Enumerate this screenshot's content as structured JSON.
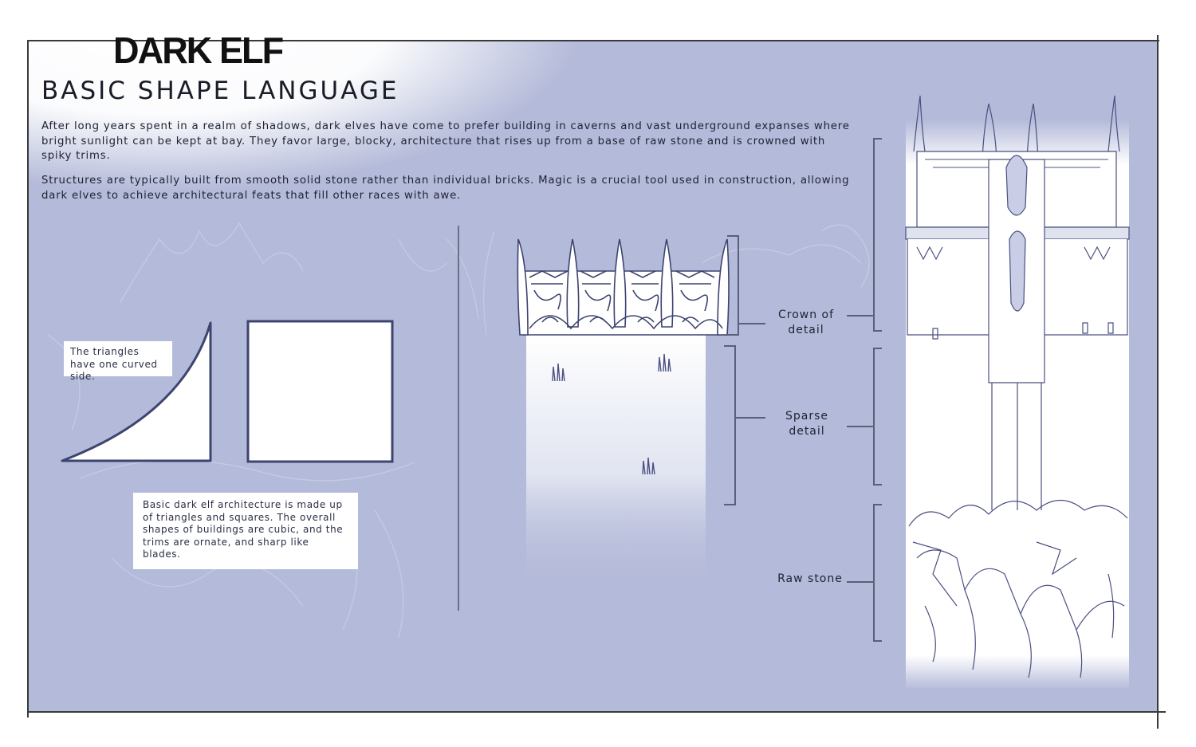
{
  "header": {
    "title": "DARK ELF",
    "subtitle": "BASIC SHAPE LANGUAGE"
  },
  "intro": {
    "paragraph_1": "After long years spent in a realm of shadows, dark elves have come to prefer building in caverns and vast underground expanses where bright sunlight can be kept at bay. They favor large, blocky, architecture that rises up from a base of raw stone and is crowned with spiky trims.",
    "paragraph_2": "Structures are typically built from smooth solid stone rather than individual bricks. Magic is a crucial tool used in construction, allowing dark elves to achieve architectural feats that fill other races with awe."
  },
  "shapes": {
    "triangle_note": "The triangles have one curved side.",
    "architecture_note": "Basic dark elf architecture is made up of triangles and squares. The overall shapes of buildings are cubic, and the trims are ornate, and sharp like blades."
  },
  "annotations": {
    "crown_of_detail": "Crown of detail",
    "sparse_detail": "Sparse detail",
    "raw_stone": "Raw stone"
  },
  "colors": {
    "panel_background": "#b4bad9",
    "ink": "#3c4370",
    "note_background": "#ffffff"
  }
}
